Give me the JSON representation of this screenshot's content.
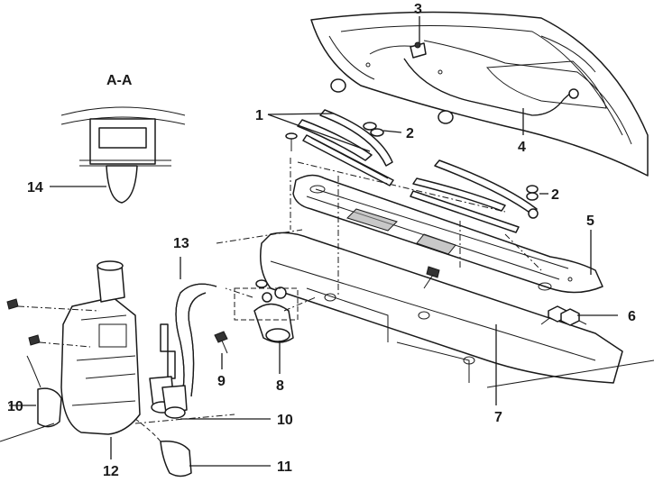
{
  "section_label": "A-A",
  "callouts": {
    "c1": "1",
    "c2a": "2",
    "c2b": "2",
    "c3": "3",
    "c4": "4",
    "c5": "5",
    "c6": "6",
    "c7": "7",
    "c8": "8",
    "c9": "9",
    "c10a": "10",
    "c10b": "10",
    "c11": "11",
    "c12": "12",
    "c13": "13",
    "c14": "14"
  }
}
